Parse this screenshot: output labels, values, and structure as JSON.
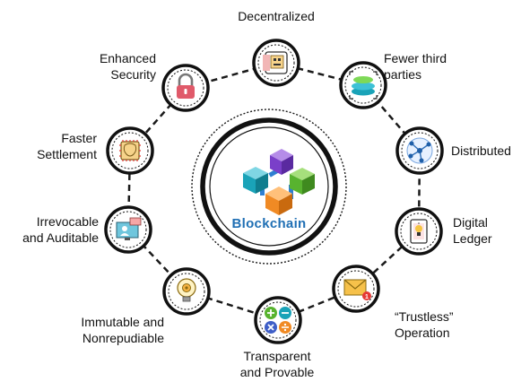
{
  "diagram": {
    "center_label": "Blockchain",
    "nodes": [
      {
        "id": "decentralized",
        "label": "Decentralized",
        "icon": "smartphone-robot-icon"
      },
      {
        "id": "fewer-third-parties",
        "label": "Fewer third\nparties",
        "icon": "stacked-discs-icon"
      },
      {
        "id": "distributed",
        "label": "Distributed",
        "icon": "network-nodes-icon"
      },
      {
        "id": "digital-ledger",
        "label": "Digital\nLedger",
        "icon": "tablet-lightbulb-icon"
      },
      {
        "id": "trustless-operation",
        "label": "“Trustless”\nOperation",
        "icon": "envelope-alert-icon"
      },
      {
        "id": "transparent-and-provable",
        "label": "Transparent\nand Provable",
        "icon": "math-operators-icon"
      },
      {
        "id": "immutable-and-nonrepudiable",
        "label": "Immutable and\nNonrepudiable",
        "icon": "lightbulb-gear-icon"
      },
      {
        "id": "irrevocable-and-auditable",
        "label": "Irrevocable\nand Auditable",
        "icon": "computer-user-chat-icon"
      },
      {
        "id": "faster-settlement",
        "label": "Faster\nSettlement",
        "icon": "cpu-chip-icon"
      },
      {
        "id": "enhanced-security",
        "label": "Enhanced\nSecurity",
        "icon": "padlock-icon"
      }
    ]
  },
  "colors": {
    "ring": "#1a1a1a",
    "cube_purple": "#7a3fc9",
    "cube_teal": "#1aa3b8",
    "cube_green": "#58b32f",
    "cube_orange": "#f08a24",
    "connector_blue": "#2f7fd1",
    "center_text": "#1f6fb4"
  }
}
